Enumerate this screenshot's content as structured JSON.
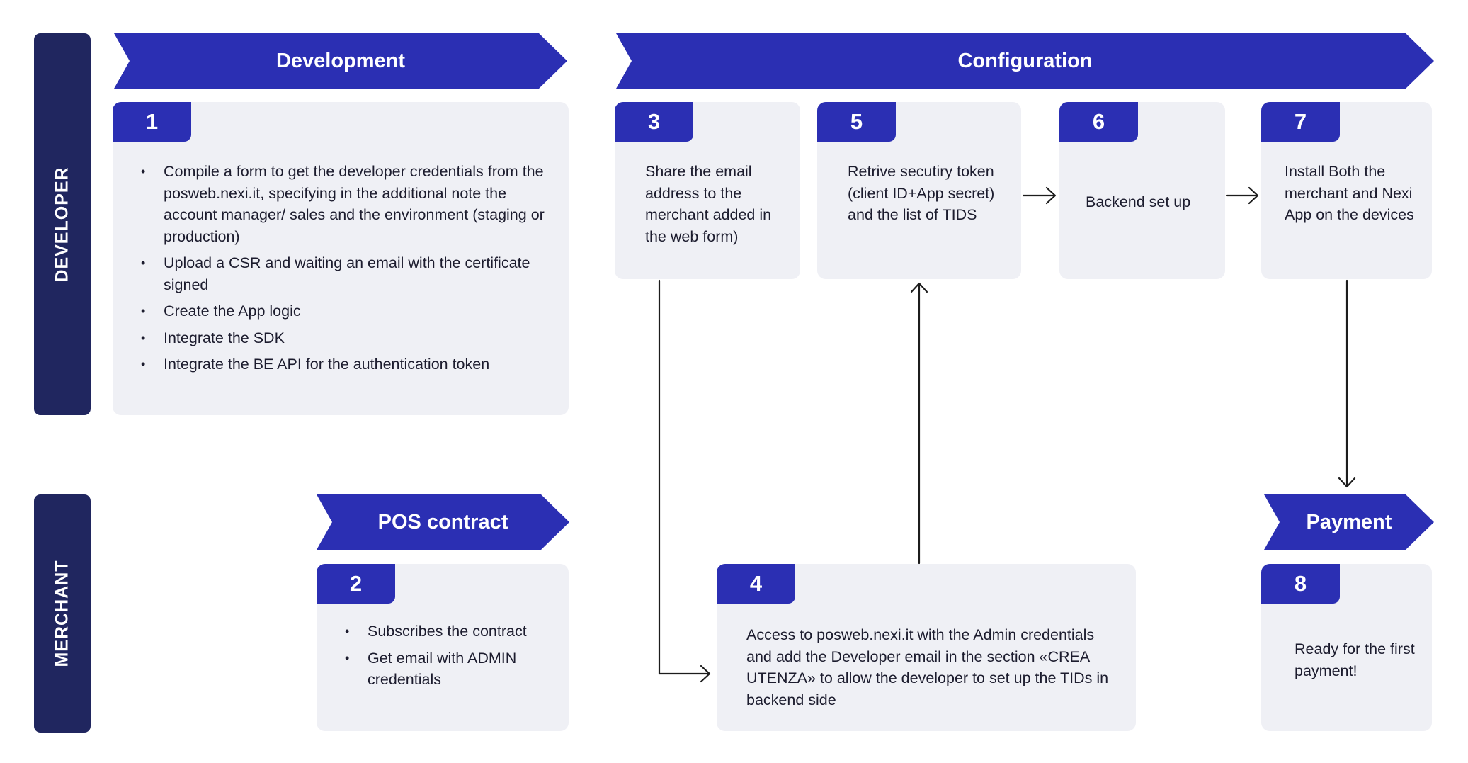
{
  "lanes": {
    "developer": "DEVELOPER",
    "merchant": "MERCHANT"
  },
  "phases": {
    "development": "Development",
    "configuration": "Configuration",
    "pos_contract": "POS contract",
    "payment": "Payment"
  },
  "steps": {
    "s1": {
      "num": "1",
      "bullets": [
        "Compile a form to get the developer credentials from the posweb.nexi.it, specifying in the additional note the account manager/ sales and the environment (staging or production)",
        "Upload a CSR and waiting an email with the certificate signed",
        "Create the App logic",
        "Integrate the SDK",
        "Integrate the BE API for the authentication token"
      ]
    },
    "s2": {
      "num": "2",
      "bullets": [
        "Subscribes the contract",
        "Get email with ADMIN credentials"
      ]
    },
    "s3": {
      "num": "3",
      "text": "Share the email address to the merchant added in the web form)"
    },
    "s4": {
      "num": "4",
      "text": "Access to posweb.nexi.it with the Admin credentials and add the Developer email in the section «CREA UTENZA» to allow the developer to set up the TIDs in backend side"
    },
    "s5": {
      "num": "5",
      "text": "Retrive secutiry token (client ID+App secret) and the list of TIDS"
    },
    "s6": {
      "num": "6",
      "text": "Backend set up"
    },
    "s7": {
      "num": "7",
      "text": "Install Both the merchant and Nexi App on the devices"
    },
    "s8": {
      "num": "8",
      "text": "Ready for the first payment!"
    }
  },
  "colors": {
    "lane": "#20265f",
    "phase": "#2b2fb3",
    "card": "#eff0f5",
    "arrow": "#1c1c1c"
  }
}
